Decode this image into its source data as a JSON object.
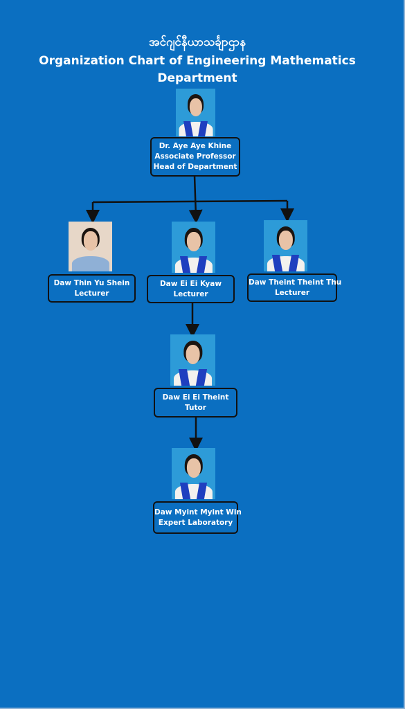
{
  "title": {
    "myanmar": "အင်ဂျင်နီယာသင်္ချာဌာန",
    "line1": "Organization Chart  of Engineering Mathematics",
    "line2": "Department"
  },
  "nodes": {
    "head": {
      "name": "Dr. Aye Aye Khine",
      "role1": "Associate Professor",
      "role2": "Head of Department"
    },
    "thin_yu_shein": {
      "name": "Daw Thin Yu Shein",
      "role1": "Lecturer"
    },
    "ei_ei_kyaw": {
      "name": "Daw Ei Ei Kyaw",
      "role1": "Lecturer"
    },
    "theint_theint_thu": {
      "name": "Daw Theint Theint Thu",
      "role1": "Lecturer"
    },
    "ei_ei_theint": {
      "name": "Daw Ei Ei Theint",
      "role1": "Tutor"
    },
    "myint_myint_win": {
      "name": "Daw Myint Myint Win",
      "role1": "Expert Laboratory"
    }
  },
  "colors": {
    "background": "#0b6fc1",
    "box_border": "#111111",
    "text": "#ffffff",
    "scarf": "#1f3fbf"
  }
}
